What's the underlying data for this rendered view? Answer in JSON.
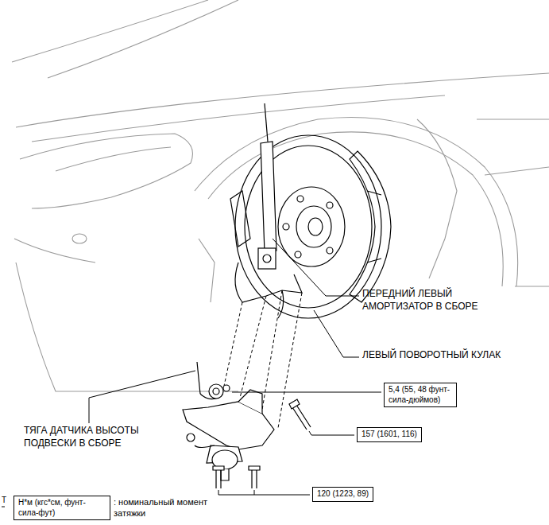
{
  "diagram": {
    "nodes": [
      {
        "text": [
          "5,4 (55, 48 фунт-сила-дюймов)"
        ]
      },
      {
        "text": [
          "157 (1601, 116)"
        ]
      },
      {
        "text": [
          "120 (1223, 89)"
        ]
      },
      {
        "text": [
          "Н*м (кгс*см, фунт-сила-фут)"
        ]
      }
    ],
    "labels": [
      "ПЕРЕДНИЙ ЛЕВЫЙ АМОРТИЗАТОР В СБОРЕ",
      "ЛЕВЫЙ ПОВОРОТНЫЙ КУЛАК",
      "ТЯГА ДАТЧИКА ВЫСОТЫ ПОДВЕСКИ В СБОРЕ",
      ": номинальный момент затяжки",
      "T"
    ]
  }
}
